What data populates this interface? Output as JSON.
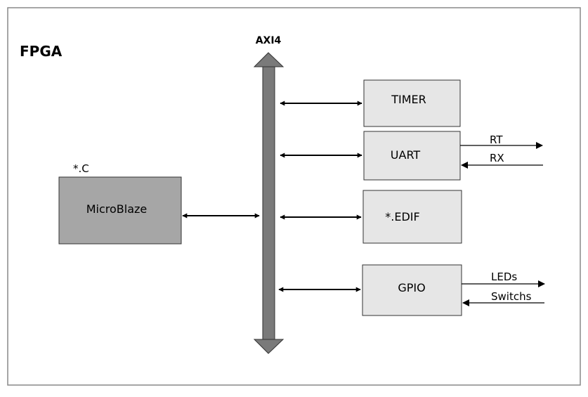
{
  "frame_label": "FPGA",
  "bus": {
    "label": "AXI4",
    "color": "#7a7a7a"
  },
  "processor": {
    "label": "MicroBlaze",
    "source_label": "*.C",
    "fill": "#a6a6a6"
  },
  "peripherals": [
    {
      "id": "timer",
      "label": "TIMER"
    },
    {
      "id": "uart",
      "label": "UART",
      "signals_out": [
        "RT"
      ],
      "signals_in": [
        "RX"
      ]
    },
    {
      "id": "edif",
      "label": "*.EDIF"
    },
    {
      "id": "gpio",
      "label": "GPIO",
      "signals_out": [
        "LEDs"
      ],
      "signals_in": [
        "Switchs"
      ]
    }
  ],
  "colors": {
    "peripheral_fill": "#e6e6e6",
    "stroke": "#000000",
    "frame_stroke": "#888888"
  }
}
